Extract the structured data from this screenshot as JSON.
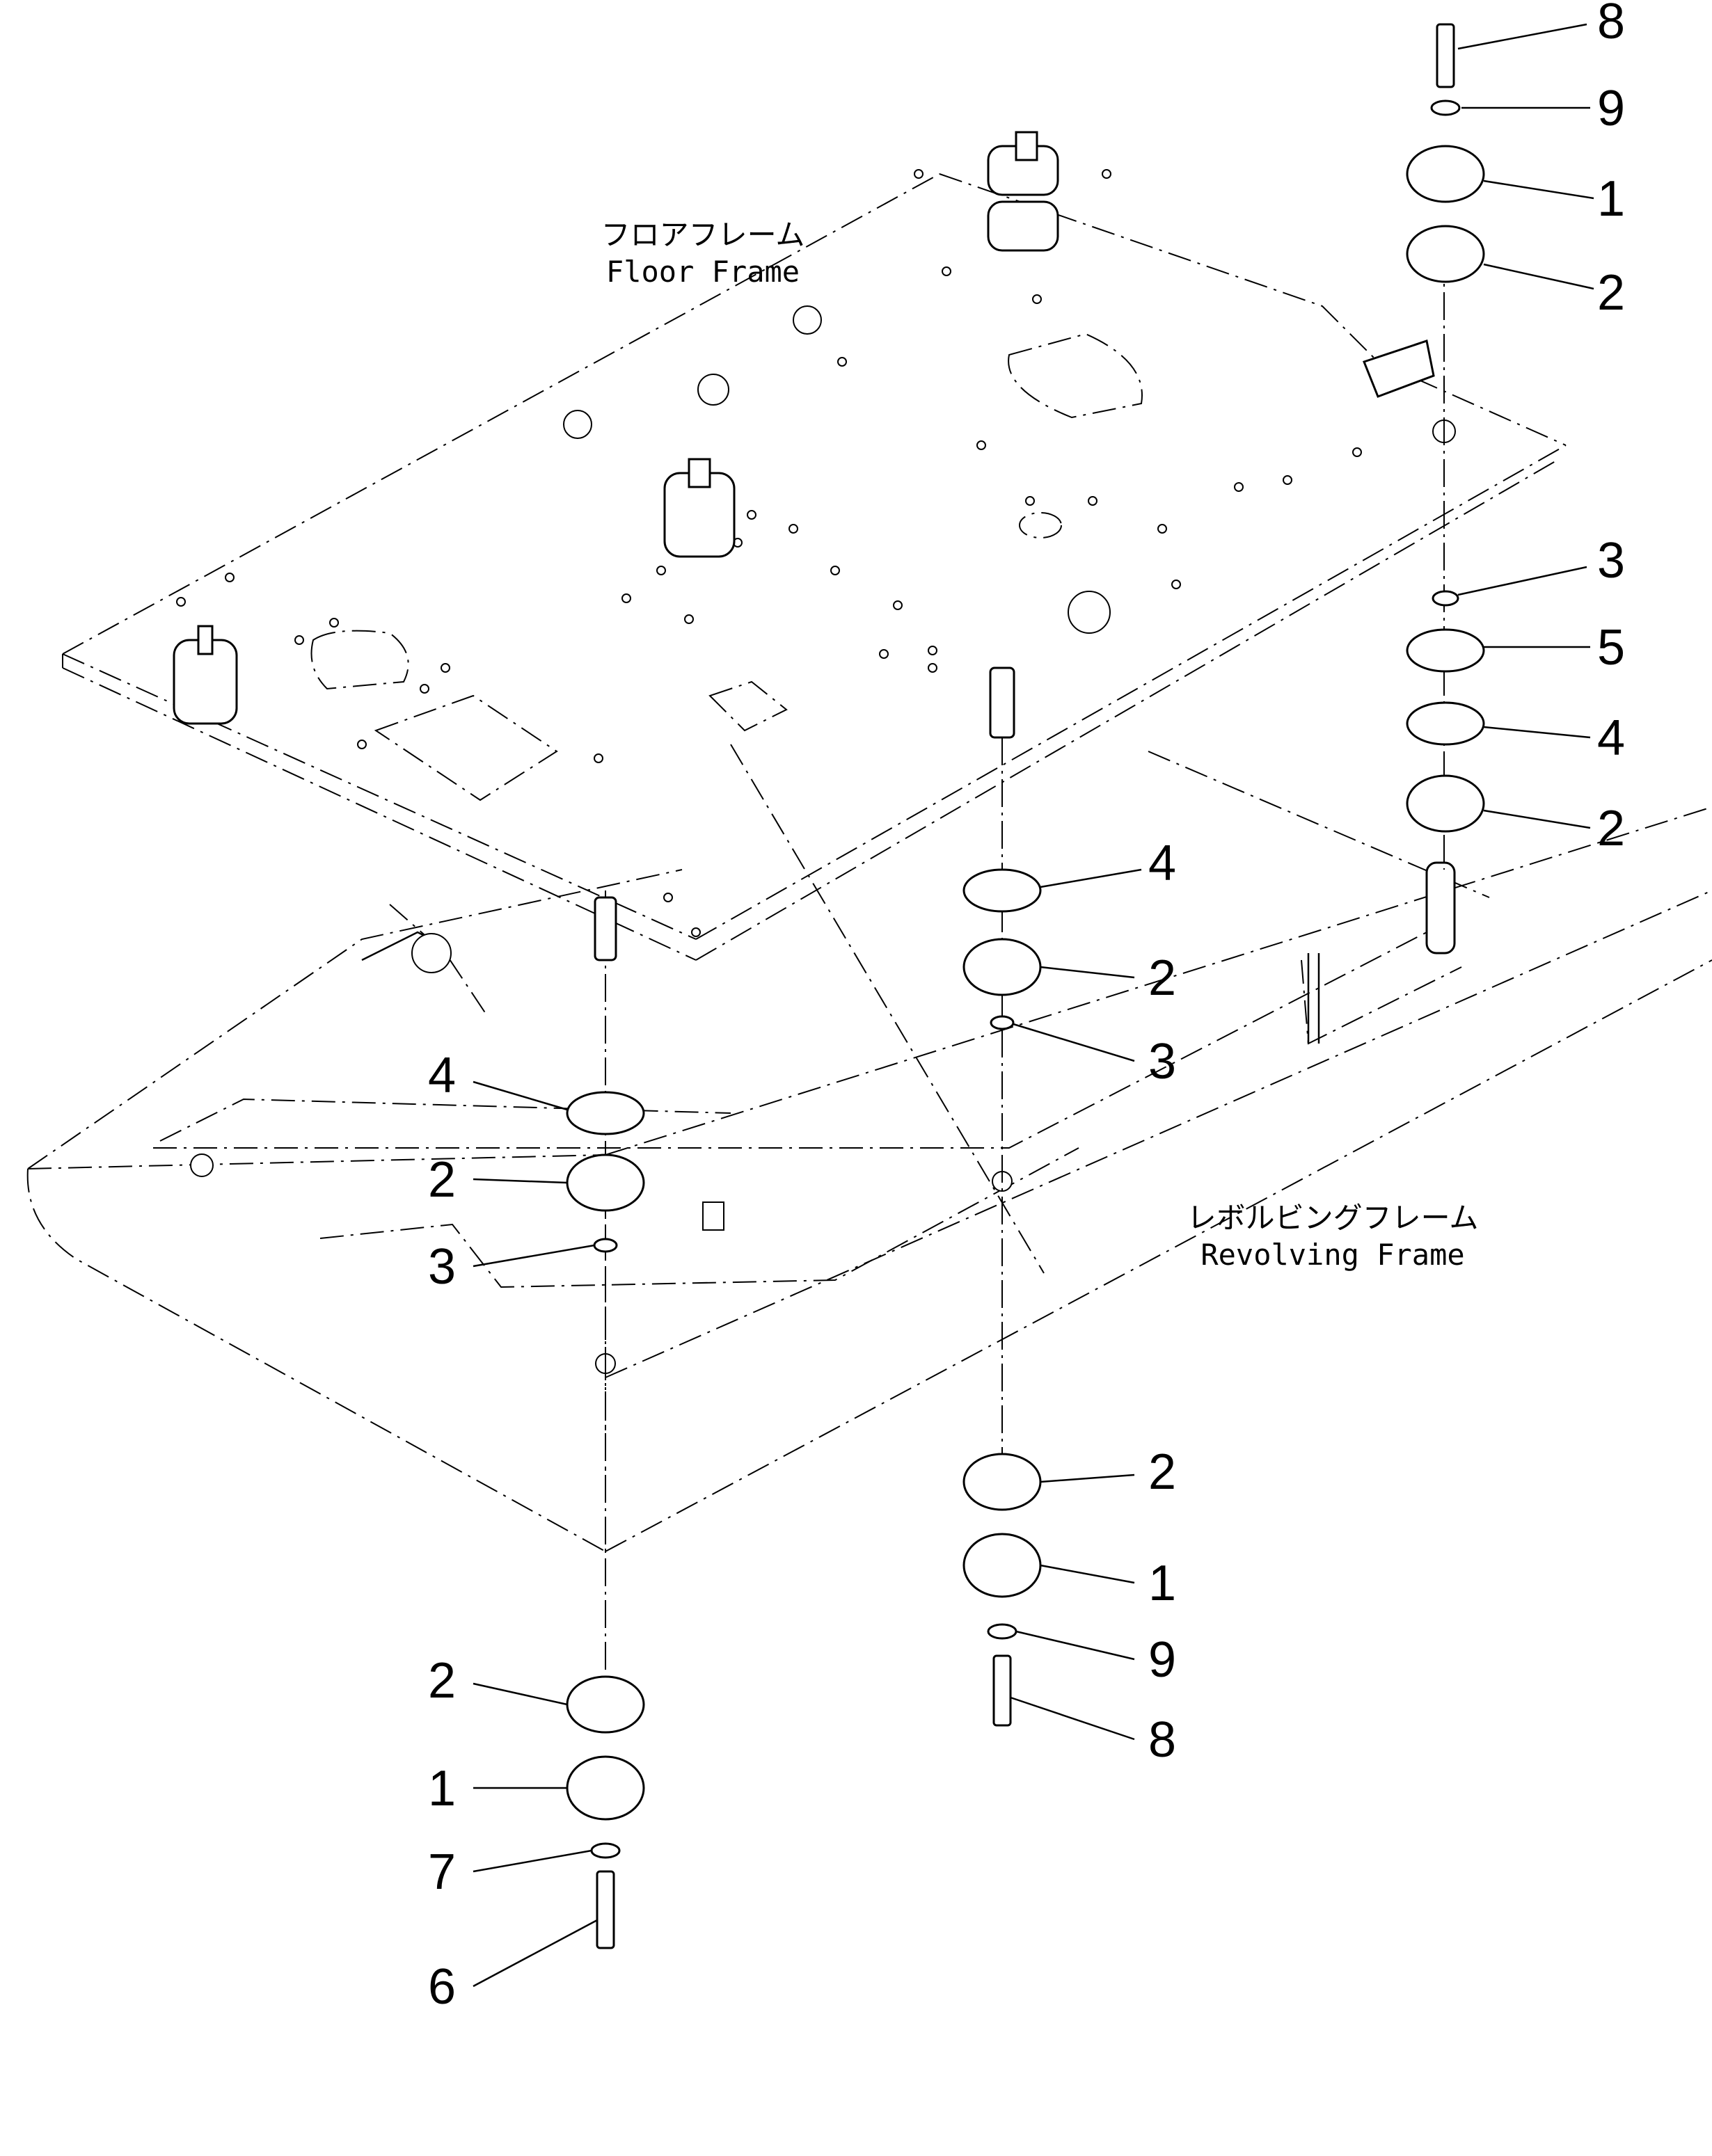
{
  "labels": {
    "floor_frame_jp": "フロアフレーム",
    "floor_frame_en": "Floor Frame",
    "revolving_frame_jp": "レボルビングフレーム",
    "revolving_frame_en": "Revolving Frame"
  },
  "callouts": {
    "c1": "8",
    "c2": "9",
    "c3": "1",
    "c4": "2",
    "c5": "3",
    "c6": "5",
    "c7": "4",
    "c8": "2",
    "c9": "4",
    "c10": "2",
    "c11": "3",
    "c12": "4",
    "c13": "2",
    "c14": "3",
    "c15": "2",
    "c16": "1",
    "c17": "9",
    "c18": "8",
    "c19": "2",
    "c20": "1",
    "c21": "7",
    "c22": "6"
  }
}
